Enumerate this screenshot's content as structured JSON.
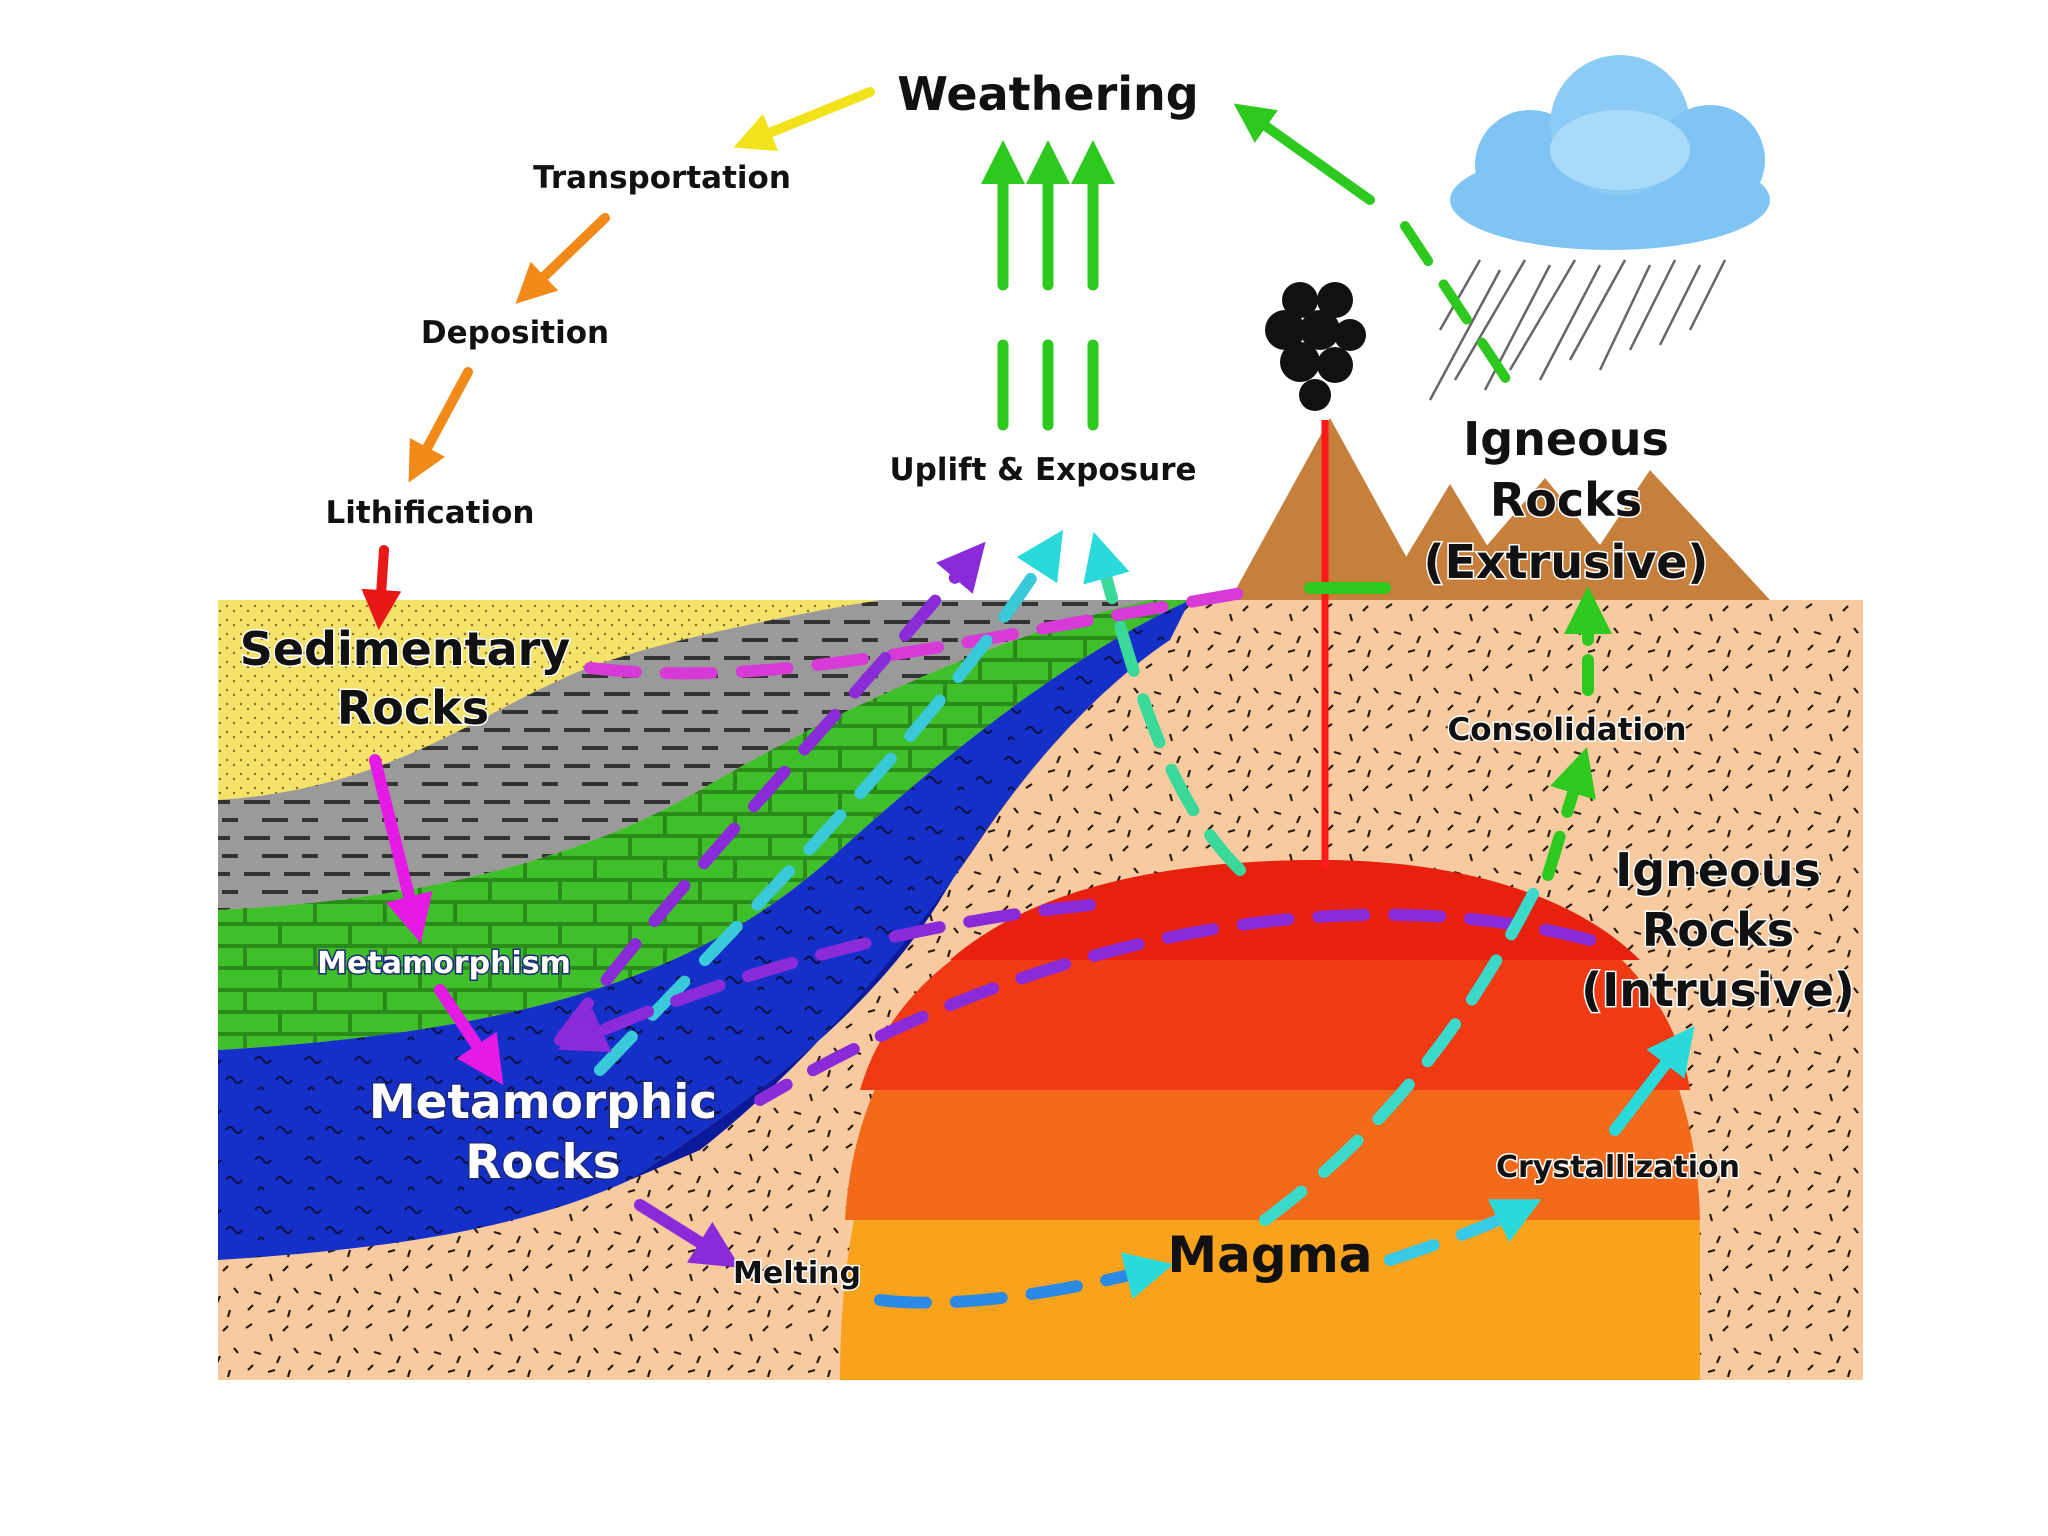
{
  "labels": {
    "weathering": "Weathering",
    "transportation": "Transportation",
    "deposition": "Deposition",
    "lithification": "Lithification",
    "uplift_exposure": "Uplift & Exposure",
    "sedimentary_line1": "Sedimentary",
    "sedimentary_line2": "Rocks",
    "metamorphism": "Metamorphism",
    "metamorphic_line1": "Metamorphic",
    "metamorphic_line2": "Rocks",
    "melting": "Melting",
    "magma": "Magma",
    "crystallization": "Crystallization",
    "consolidation": "Consolidation",
    "igneous_extrusive_line1": "Igneous",
    "igneous_extrusive_line2": "Rocks",
    "igneous_extrusive_line3": "(Extrusive)",
    "igneous_intrusive_line1": "Igneous",
    "igneous_intrusive_line2": "Rocks",
    "igneous_intrusive_line3": "(Intrusive)"
  },
  "colors": {
    "sky": "#ffffff",
    "crust": "#f7caa0",
    "sediment_yellow": "#f4e36a",
    "sediment_gray": "#9a9a9a",
    "limestone_green": "#3fbf2a",
    "metamorphic_blue": "#1530c8",
    "metamorphic_dark": "#0a1a9a",
    "magma_red": "#e8200e",
    "magma_orange": "#f26a1a",
    "magma_yellow": "#f9a21c",
    "volcano": "#c77f3c",
    "cloud": "#7fc4f2",
    "arrow_green": "#2ec91f",
    "arrow_yellow": "#f2e21a",
    "arrow_orange": "#f28a1a",
    "arrow_red": "#e81818",
    "arrow_magenta": "#e51ae5",
    "arrow_purple": "#8a2ad9",
    "arrow_cyan": "#2ad9d9",
    "arrow_blue": "#2a8ae5"
  }
}
